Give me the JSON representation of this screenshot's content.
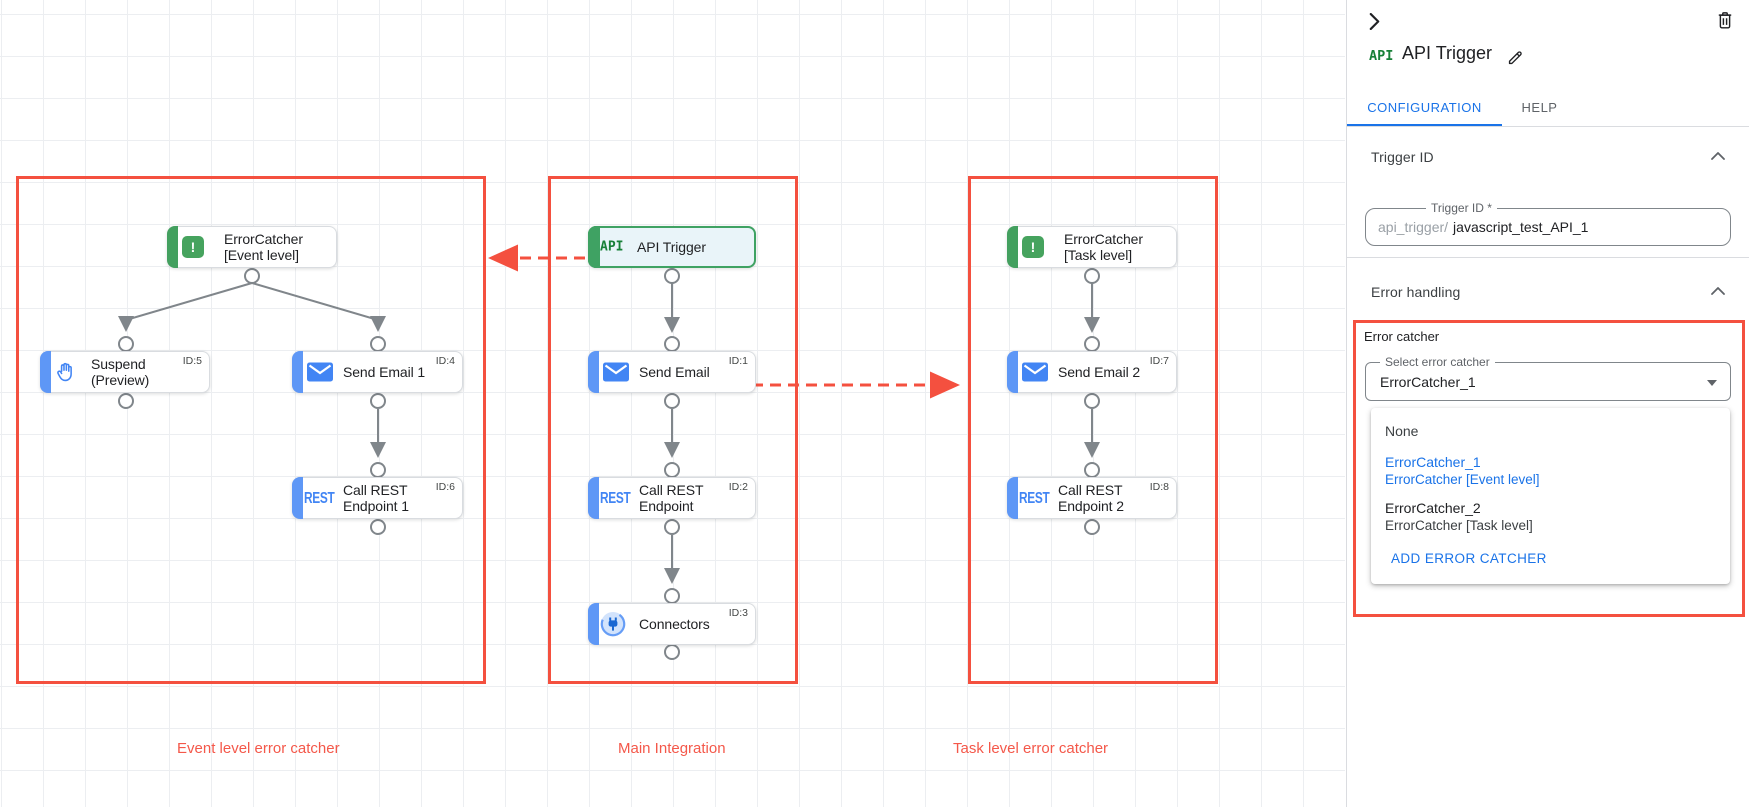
{
  "canvas": {
    "groups": [
      {
        "label": "Event level error catcher"
      },
      {
        "label": "Main Integration"
      },
      {
        "label": "Task level error catcher"
      }
    ],
    "nodes": [
      {
        "key": "error-catcher-event",
        "line1": "ErrorCatcher",
        "line2": "[Event level]",
        "id": ""
      },
      {
        "key": "suspend",
        "line1": "Suspend",
        "line2": "(Preview)",
        "id": "ID:5"
      },
      {
        "key": "send-email-1",
        "line1": "Send Email 1",
        "line2": "",
        "id": "ID:4"
      },
      {
        "key": "call-rest-endpoint-1",
        "line1": "Call REST",
        "line2": "Endpoint 1",
        "id": "ID:6"
      },
      {
        "key": "api-trigger",
        "line1": "API Trigger",
        "line2": "",
        "id": ""
      },
      {
        "key": "send-email",
        "line1": "Send Email",
        "line2": "",
        "id": "ID:1"
      },
      {
        "key": "call-rest-endpoint",
        "line1": "Call REST",
        "line2": "Endpoint",
        "id": "ID:2"
      },
      {
        "key": "connectors",
        "line1": "Connectors",
        "line2": "",
        "id": "ID:3"
      },
      {
        "key": "error-catcher-task",
        "line1": "ErrorCatcher",
        "line2": "[Task level]",
        "id": ""
      },
      {
        "key": "send-email-2",
        "line1": "Send Email 2",
        "line2": "",
        "id": "ID:7"
      },
      {
        "key": "call-rest-endpoint-2",
        "line1": "Call REST",
        "line2": "Endpoint 2",
        "id": "ID:8"
      }
    ],
    "icon_text": {
      "api": "API",
      "rest": "REST",
      "error": "!"
    }
  },
  "panel": {
    "title": "API Trigger",
    "badge": "API",
    "tabs": [
      {
        "label": "CONFIGURATION"
      },
      {
        "label": "HELP"
      }
    ],
    "trigger_id": {
      "header": "Trigger ID",
      "field_label": "Trigger ID *",
      "prefix": "api_trigger/",
      "value": "javascript_test_API_1"
    },
    "error_handling": {
      "header": "Error handling",
      "group_label": "Error catcher",
      "select_label": "Select error catcher",
      "select_value": "ErrorCatcher_1",
      "dropdown": {
        "none": "None",
        "opt1_title": "ErrorCatcher_1",
        "opt1_sub": "ErrorCatcher [Event level]",
        "opt2_title": "ErrorCatcher_2",
        "opt2_sub": "ErrorCatcher [Task level]",
        "add_button": "ADD ERROR CATCHER"
      }
    }
  },
  "colors": {
    "accent_blue": "#1a73e8",
    "annotation_red": "#f4503f",
    "node_green": "#3fa263",
    "node_bar_blue": "#5e97f6",
    "icon_blue": "#4285f4",
    "marker_dot_red": "#da2f1f"
  }
}
